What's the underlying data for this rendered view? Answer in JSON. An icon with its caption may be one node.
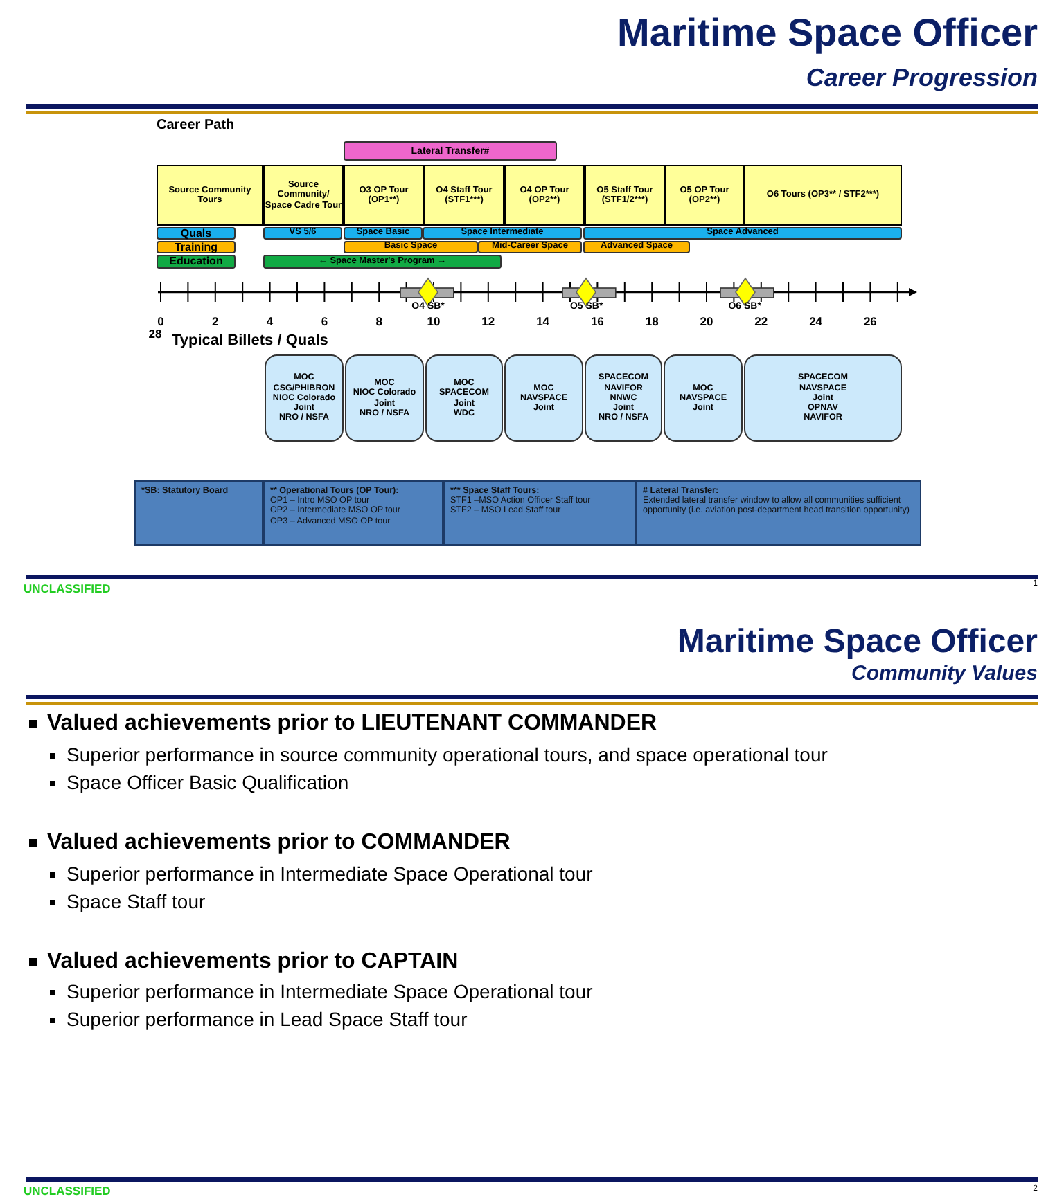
{
  "diagram": {
    "title": "Maritime Space Officer",
    "nodes": [
      {
        "text": [
          "Lateral Transfer#"
        ]
      },
      {
        "text": [
          "Source Community Tours"
        ]
      },
      {
        "text": [
          "Source Community/ Space Cadre Tour"
        ]
      },
      {
        "text": [
          "O3 OP Tour (OP1**)"
        ]
      },
      {
        "text": [
          "O4 Staff Tour (STF1***)"
        ]
      },
      {
        "text": [
          "O4 OP Tour (OP2**)"
        ]
      },
      {
        "text": [
          "O5 Staff Tour (STF1/2***)"
        ]
      },
      {
        "text": [
          "O5 OP Tour (OP2**)"
        ]
      },
      {
        "text": [
          "O6 Tours (OP3** / STF2***)"
        ]
      },
      {
        "text": [
          "Quals"
        ]
      },
      {
        "text": [
          "VS 5/6"
        ]
      },
      {
        "text": [
          "Space Basic"
        ]
      },
      {
        "text": [
          "Space Intermediate"
        ]
      },
      {
        "text": [
          "Space Advanced"
        ]
      },
      {
        "text": [
          "Training"
        ]
      },
      {
        "text": [
          "Basic Space"
        ]
      },
      {
        "text": [
          "Mid-Career Space"
        ]
      },
      {
        "text": [
          "Advanced Space"
        ]
      },
      {
        "text": [
          "Education"
        ]
      },
      {
        "text": [
          "← Space Master's Program →"
        ]
      },
      {
        "text": [],
        "shape": "diamond",
        "beside": [
          "O4 SB*"
        ]
      },
      {
        "text": [],
        "shape": "diamond",
        "beside": [
          "O5 SB*"
        ]
      },
      {
        "text": [],
        "shape": "diamond",
        "beside": [
          "O6 SB*"
        ]
      },
      {
        "text": [
          "MOC",
          "CSG/PHIBRON",
          "NIOC Colorado",
          "Joint",
          "NRO / NSFA"
        ]
      },
      {
        "text": [
          "MOC",
          "NIOC Colorado",
          "Joint",
          "NRO / NSFA"
        ]
      },
      {
        "text": [
          "MOC",
          "SPACECOM",
          "Joint",
          "WDC"
        ]
      },
      {
        "text": [
          "MOC",
          "NAVSPACE",
          "Joint"
        ]
      },
      {
        "text": [
          "SPACECOM",
          "NAVIFOR",
          "NNWC",
          "Joint",
          "NRO / NSFA"
        ]
      },
      {
        "text": [
          "MOC",
          "NAVSPACE",
          "Joint"
        ]
      },
      {
        "text": [
          "SPACECOM",
          "NAVSPACE",
          "Joint",
          "OPNAV",
          "NAVIFOR"
        ]
      },
      {
        "text": [
          "*SB: Statutory Board"
        ]
      },
      {
        "text": [
          "** Operational Tours (OP Tour):",
          "OP1 – Intro MSO OP tour",
          "OP2 – Intermediate MSO OP tour",
          "OP3 – Advanced MSO OP tour"
        ]
      },
      {
        "text": [
          "*** Space Staff Tours:",
          "STF1 –MSO Action Officer Staff tour",
          "STF2 – MSO Lead Staff tour"
        ]
      },
      {
        "text": [
          "# Lateral Transfer:",
          "Extended lateral transfer window to allow all communities sufficient opportunity (i.e. aviation post-department head transition opportunity)"
        ]
      }
    ],
    "edges": [],
    "labels": [
      "Career Progression",
      "Career Path",
      "0",
      "2",
      "4",
      "6",
      "8",
      "10",
      "12",
      "14",
      "16",
      "18",
      "20",
      "22",
      "24",
      "26",
      "28",
      "Typical Billets / Quals",
      "UNCLASSIFIED",
      "1",
      "Maritime Space Officer",
      "Community Values",
      "Valued achievements prior to LIEUTENANT COMMANDER",
      "Superior performance in source community operational tours, and space operational tour",
      "Space Officer Basic Qualification",
      "Valued achievements prior to COMMANDER",
      "Superior performance in Intermediate Space Operational tour",
      "Space Staff tour",
      "Valued achievements prior to CAPTAIN",
      "Superior performance in Intermediate Space Operational tour",
      "Superior performance in Lead Space Staff tour",
      "UNCLASSIFIED",
      "2"
    ]
  }
}
